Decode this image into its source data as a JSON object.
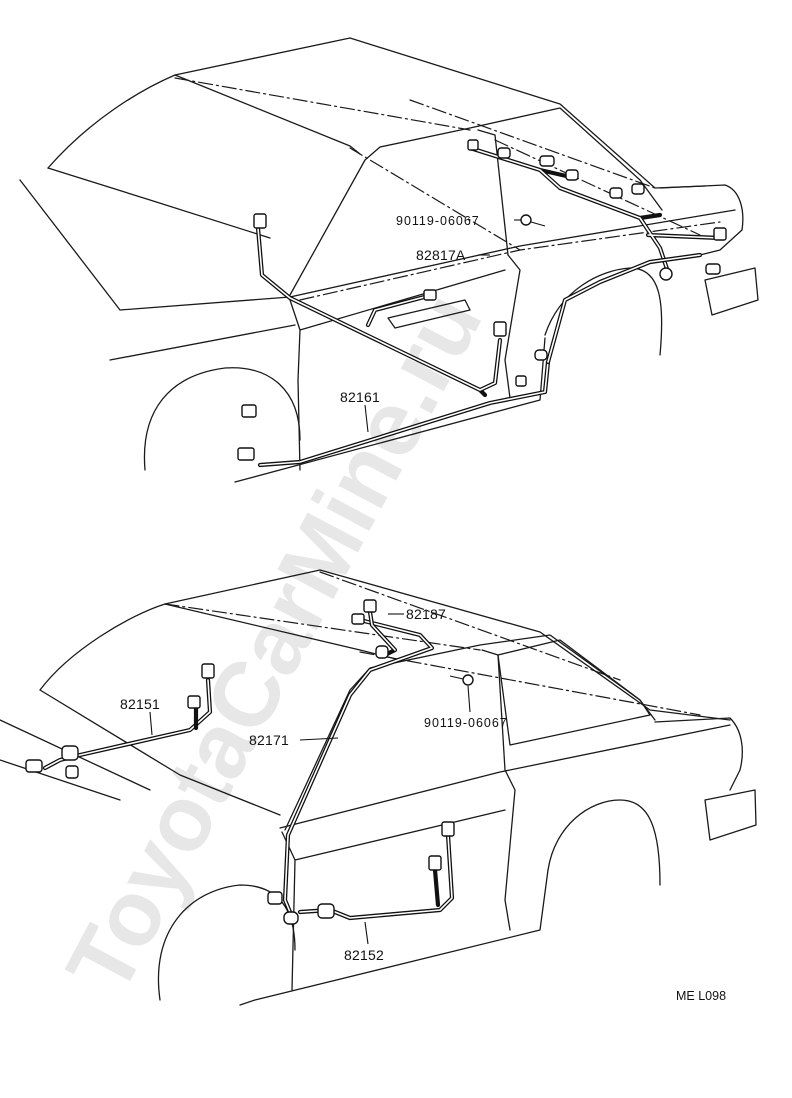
{
  "watermark": "ToyotaCarMine.ru",
  "figure_code": "ME  L098",
  "upper_view": {
    "callouts": [
      {
        "id": "bolt-upper",
        "text": "90119-06067"
      },
      {
        "id": "harness-82817a",
        "text": "82817A"
      },
      {
        "id": "harness-82161",
        "text": "82161"
      }
    ]
  },
  "lower_view": {
    "callouts": [
      {
        "id": "harness-82187",
        "text": "82187"
      },
      {
        "id": "harness-82151",
        "text": "82151"
      },
      {
        "id": "harness-82171",
        "text": "82171"
      },
      {
        "id": "bolt-lower",
        "text": "90119-06067"
      },
      {
        "id": "harness-82152",
        "text": "82152"
      }
    ]
  }
}
